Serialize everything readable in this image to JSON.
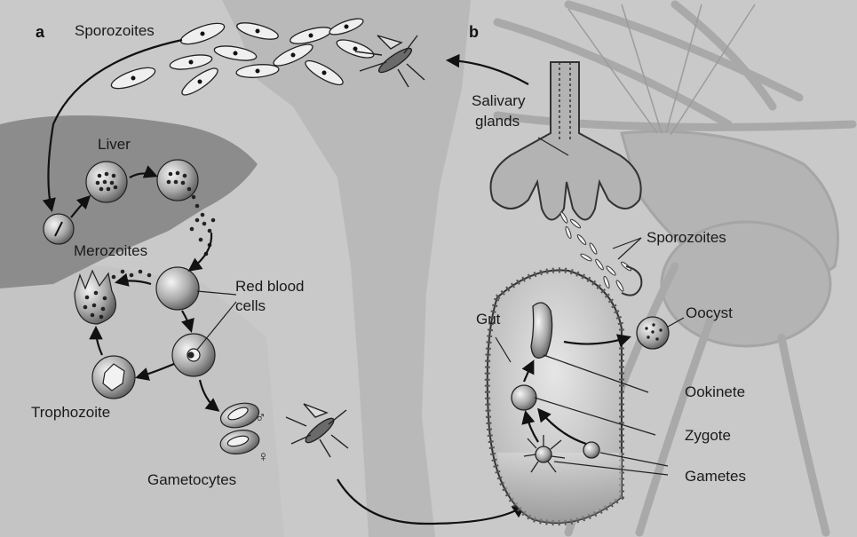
{
  "panels": {
    "a": "a",
    "b": "b"
  },
  "labels": {
    "sporozoites_a": "Sporozoites",
    "liver": "Liver",
    "merozoites": "Merozoites",
    "red_blood_1": "Red blood",
    "red_blood_2": "cells",
    "trophozoite": "Trophozoite",
    "gametocytes": "Gametocytes",
    "male_symbol": "♂",
    "female_symbol": "♀",
    "salivary_1": "Salivary",
    "salivary_2": "glands",
    "sporozoites_b": "Sporozoites",
    "gut": "Gut",
    "oocyst": "Oocyst",
    "ookinete": "Ookinete",
    "zygote": "Zygote",
    "gametes": "Gametes"
  },
  "colors": {
    "background": "#c9c9c9",
    "body_silhouette": "#b7b7b7",
    "liver": "#8a8a8a",
    "mosquito_outline": "#a0a0a0",
    "cell_fill": "#bdbdbd",
    "stroke": "#111111"
  }
}
